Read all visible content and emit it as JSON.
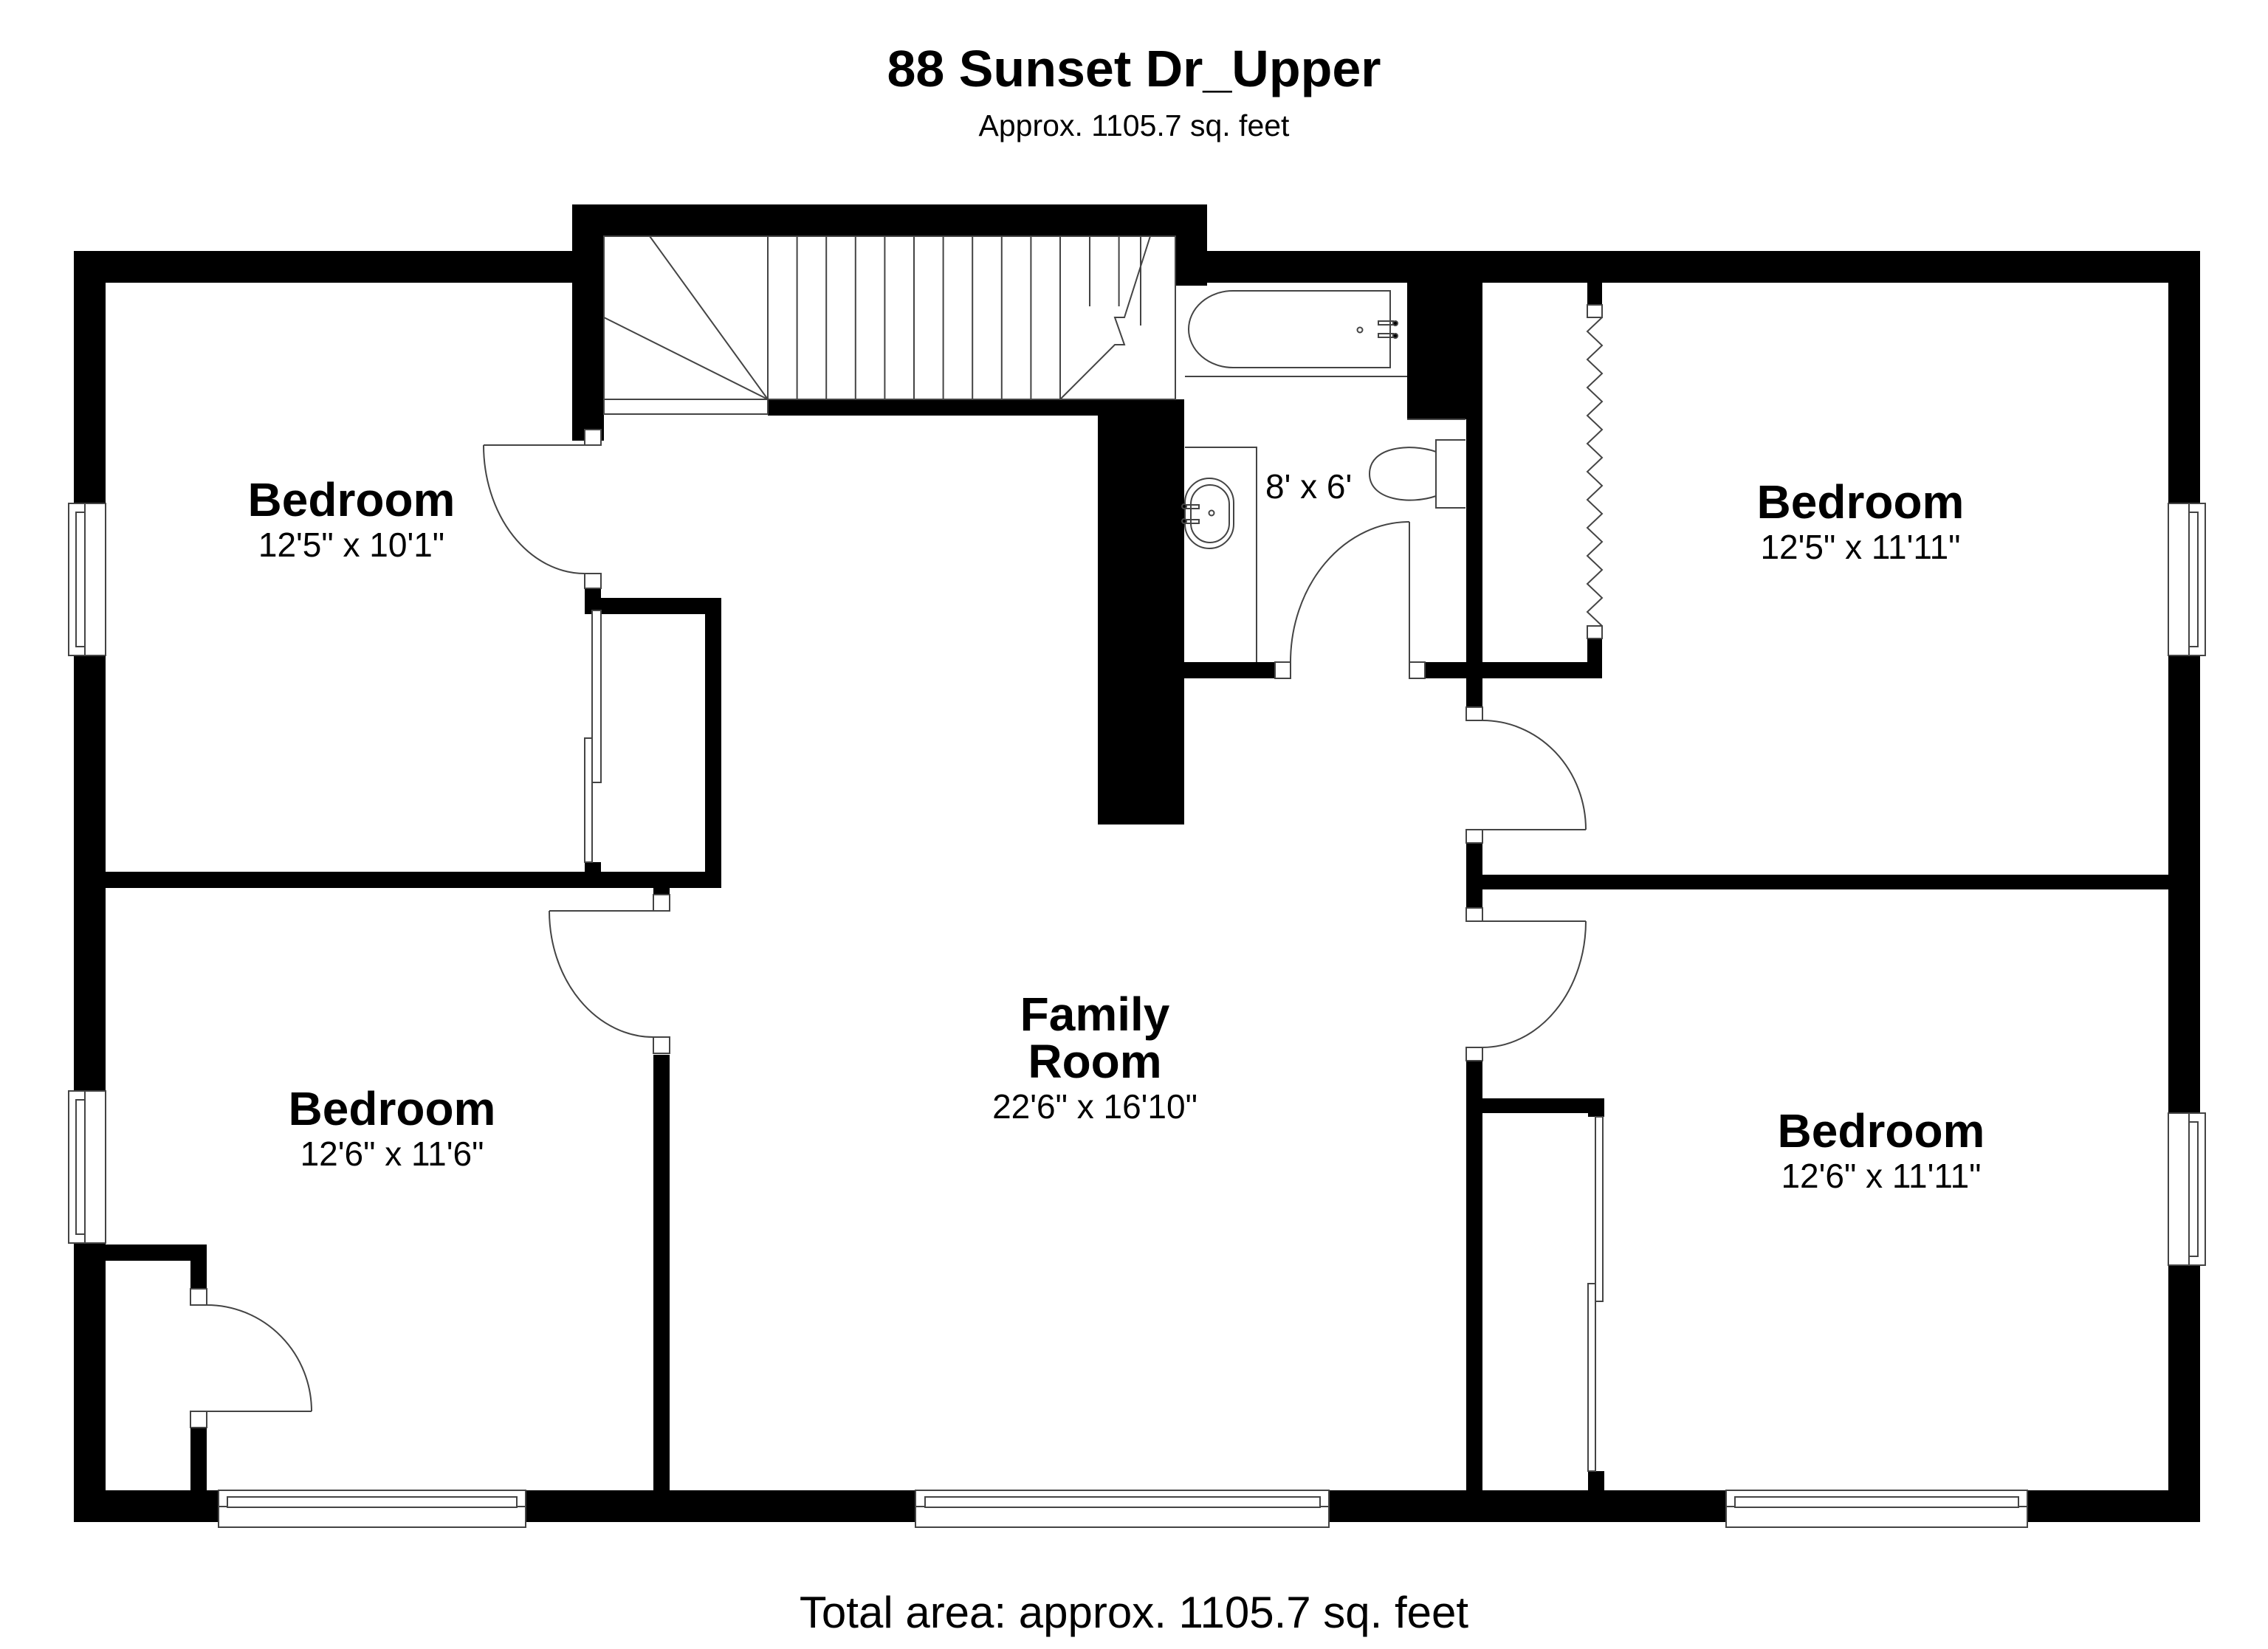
{
  "header": {
    "title": "88 Sunset Dr_Upper",
    "subtitle": "Approx. 1105.7 sq. feet"
  },
  "footer": {
    "total_area": "Total area: approx. 1105.7 sq. feet"
  },
  "colors": {
    "wall": "#000000",
    "fixture_stroke": "#555555",
    "background": "#ffffff"
  },
  "rooms": [
    {
      "id": "bedroom-top-left",
      "name": "Bedroom",
      "dimensions": "12'5\" x 10'1\""
    },
    {
      "id": "bedroom-bottom-left",
      "name": "Bedroom",
      "dimensions": "12'6\" x 11'6\""
    },
    {
      "id": "family-room",
      "name_line1": "Family",
      "name_line2": "Room",
      "dimensions": "22'6\" x 16'10\""
    },
    {
      "id": "bedroom-top-right",
      "name": "Bedroom",
      "dimensions": "12'5\" x 11'11\""
    },
    {
      "id": "bedroom-bottom-right",
      "name": "Bedroom",
      "dimensions": "12'6\" x 11'11\""
    },
    {
      "id": "bathroom",
      "name": "",
      "dimensions": "8' x 6'"
    }
  ],
  "fixtures": [
    "staircase",
    "bathtub",
    "sink",
    "toilet",
    "bifold-closet-door",
    "sliding-closet-doors",
    "windows",
    "swing-doors"
  ]
}
